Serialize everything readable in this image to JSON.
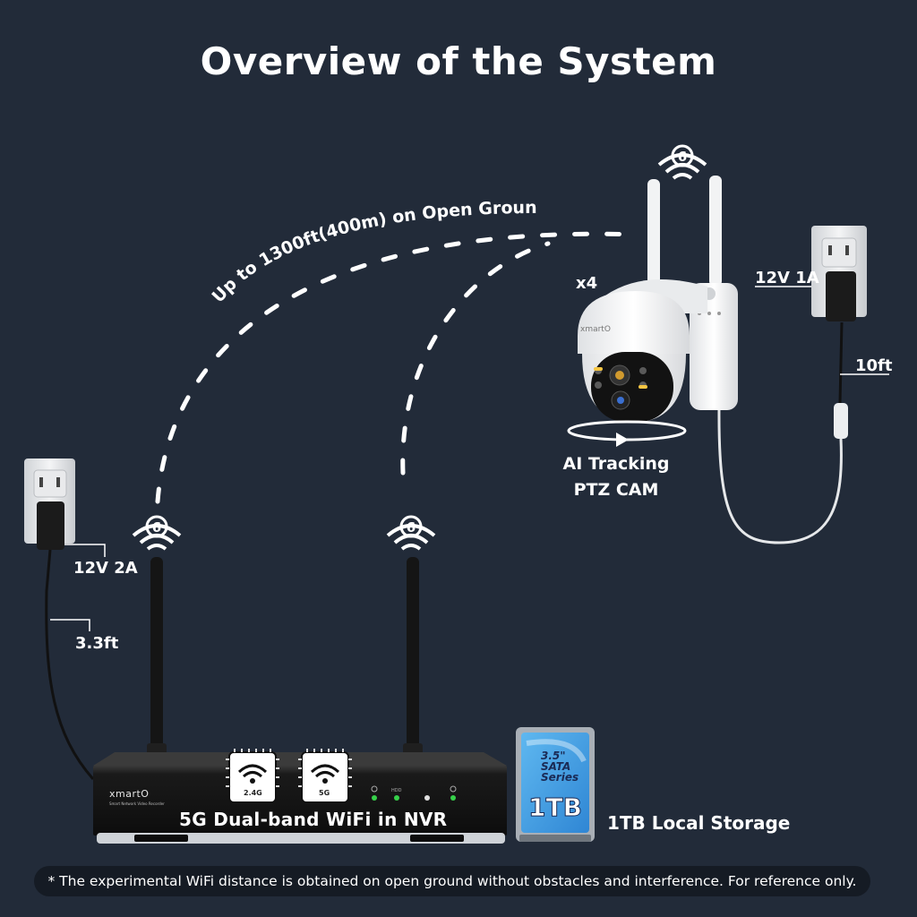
{
  "title": "Overview of the System",
  "range": {
    "text": "Up to 1300ft(400m) on Open Ground"
  },
  "camera": {
    "count": "x4",
    "brand": "xmartO",
    "caption_line1": "AI Tracking",
    "caption_line2": "PTZ CAM",
    "power": "12V 1A",
    "cable": "10ft",
    "wifi_badge": "6"
  },
  "nvr": {
    "brand": "xmartO",
    "brand_sub": "Smart Network Video Recorder",
    "label": "5G Dual-band WiFi in NVR",
    "power": "12V 2A",
    "cable": "3.3ft",
    "chip_left": "2.4G",
    "chip_right": "5G",
    "wifi_badge_left": "6",
    "wifi_badge_right": "6",
    "led_label": "HDD"
  },
  "storage": {
    "hdd_line1": "3.5\"",
    "hdd_line2": "SATA",
    "hdd_line3": "Series",
    "capacity": "1TB",
    "label": "1TB Local Storage"
  },
  "footnote": "* The experimental WiFi distance is obtained on open ground without obstacles and interference. For reference only.",
  "colors": {
    "background": "#222b39",
    "accent_white": "#ffffff",
    "hdd_blue": "#3fa0e6",
    "led_green": "#36d14a"
  }
}
